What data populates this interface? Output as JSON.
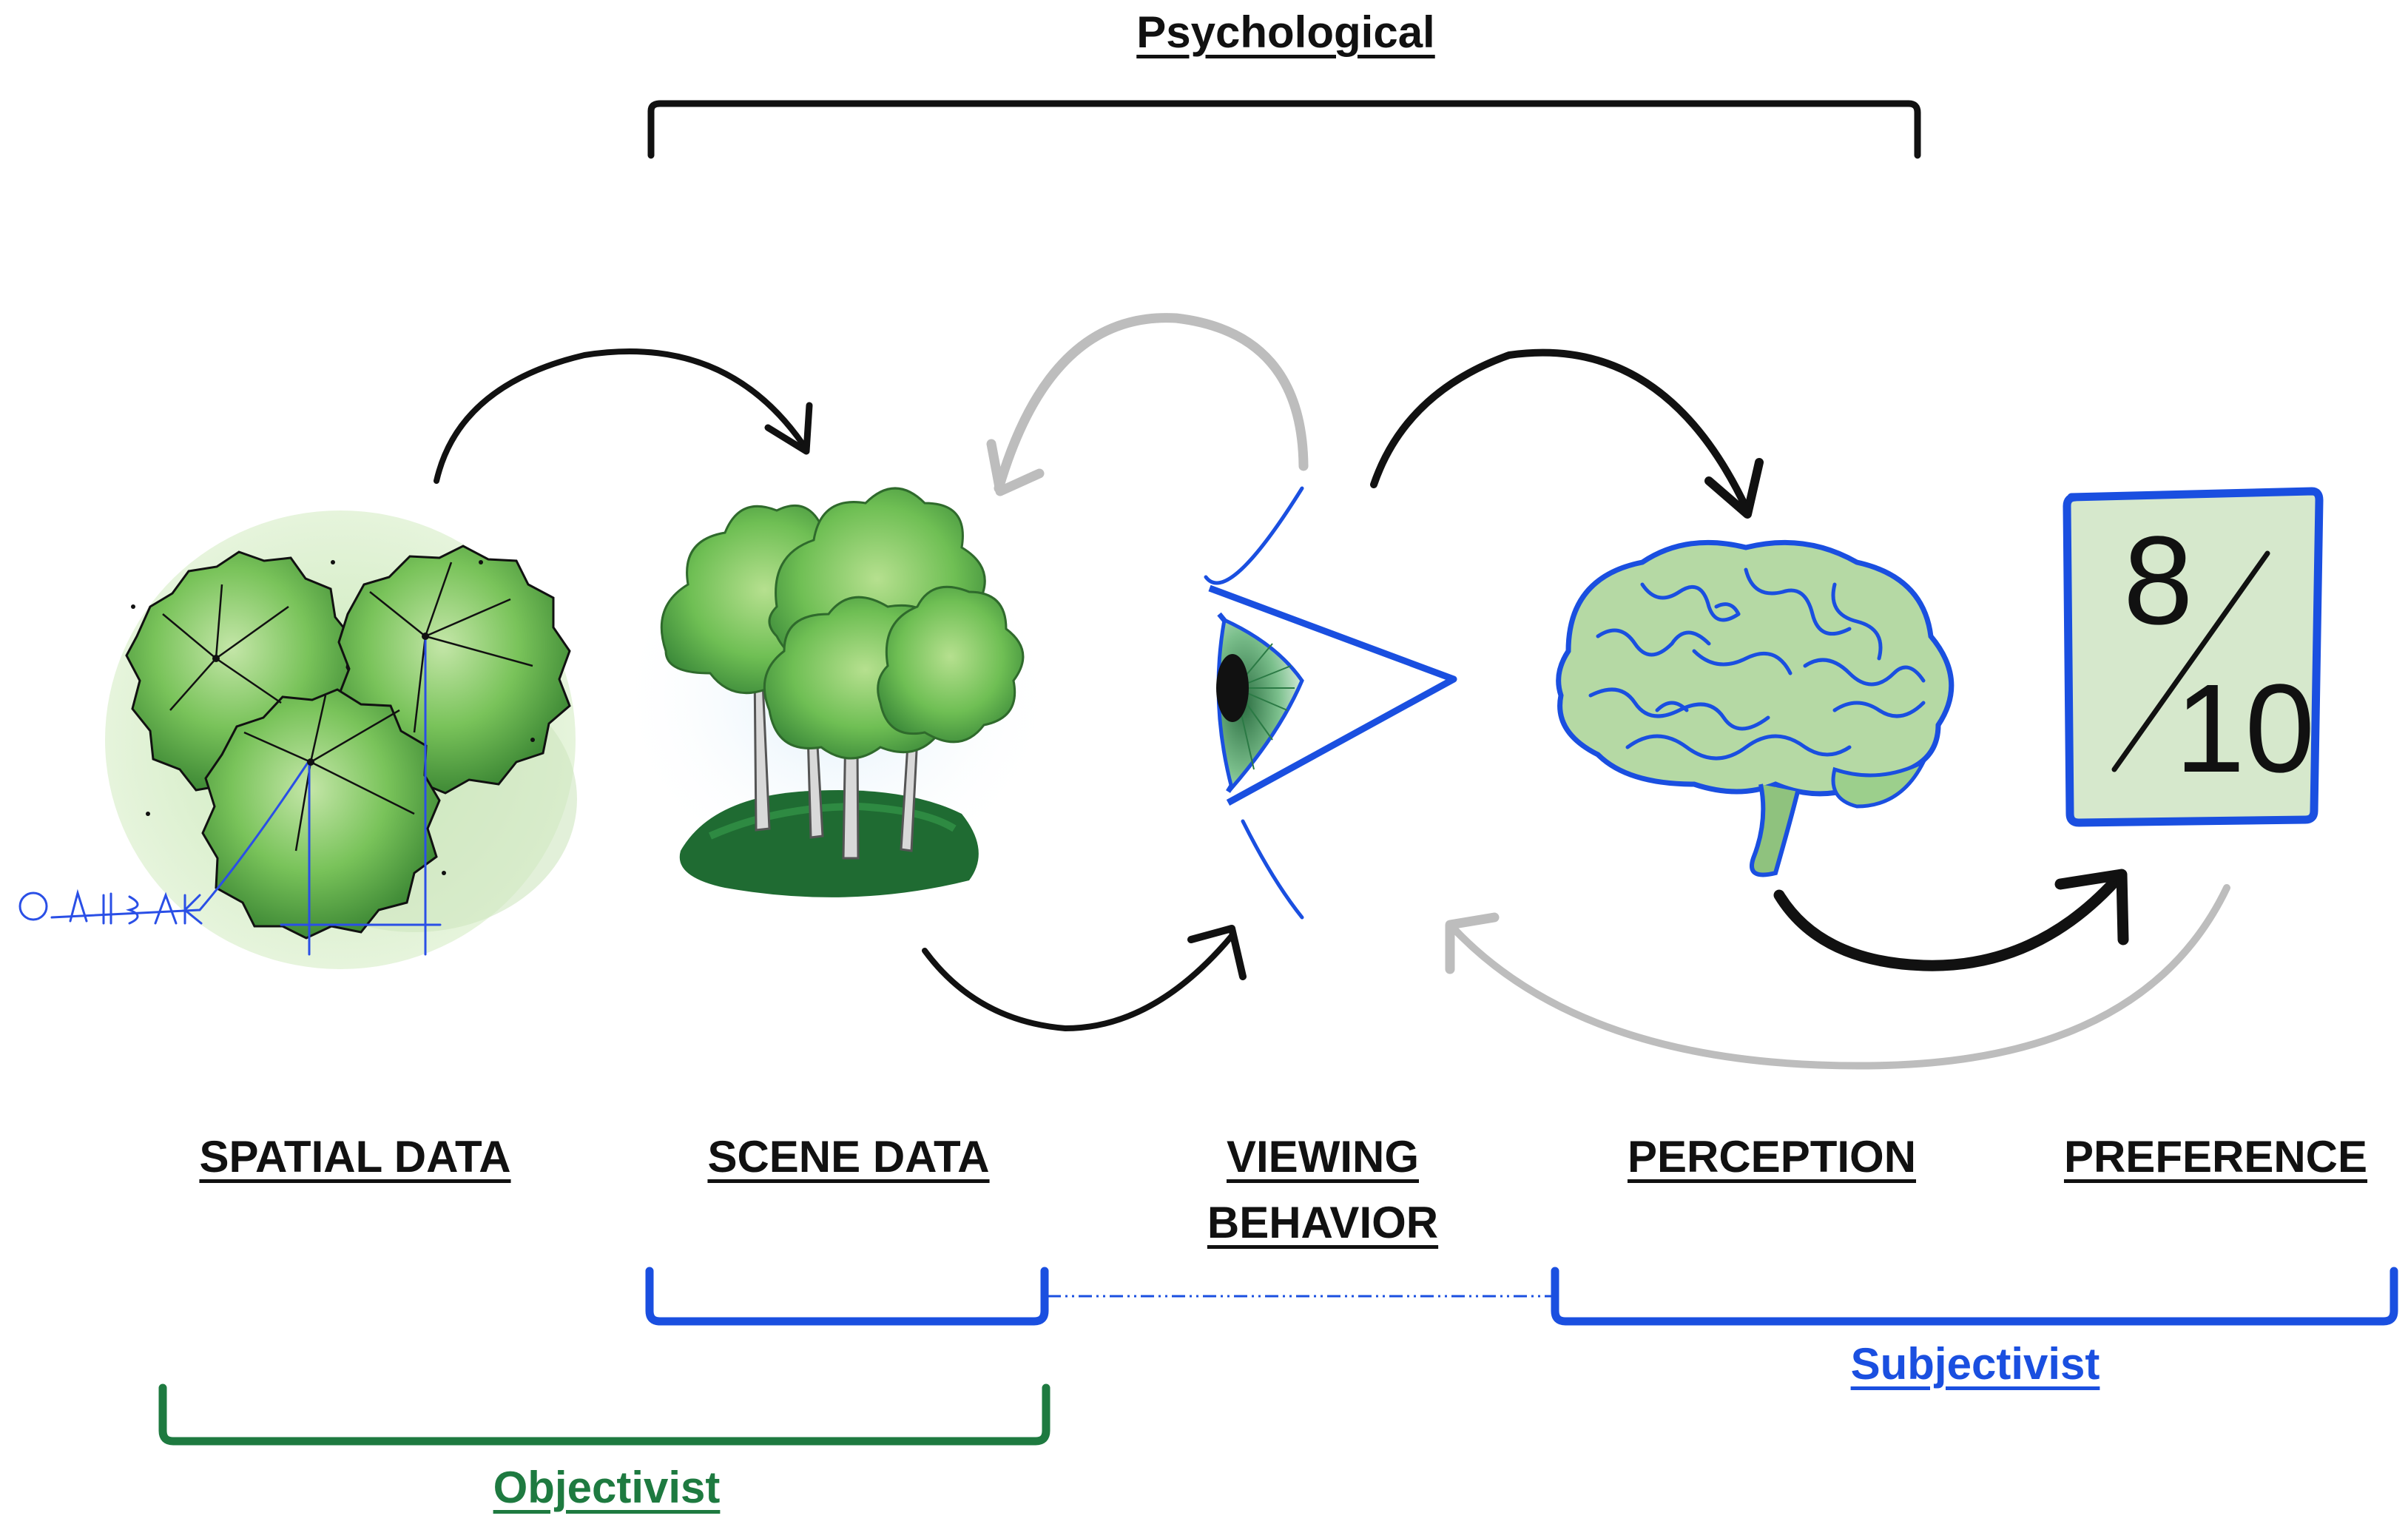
{
  "approaches": {
    "psychological": "Psychological",
    "objectivist": "Objectivist",
    "subjectivist": "Subjectivist"
  },
  "stages": {
    "spatial_data": "SPATIAL DATA",
    "scene_data": "SCENE DATA",
    "viewing_behavior_line1": "VIEWING",
    "viewing_behavior_line2": "BEHAVIOR",
    "perception": "PERCEPTION",
    "preference": "PREFERENCE"
  },
  "preference_card": {
    "numerator": "8",
    "denominator": "10"
  },
  "colors": {
    "black": "#111111",
    "blue": "#1a4fe0",
    "green": "#1e7a40",
    "grey_arrow": "#bdbdbd",
    "leaf_light": "#9fd48a",
    "leaf_dark": "#3e8c3a",
    "card_fill": "#d6e8cc"
  },
  "icons": [
    "tree-plan-drawing-icon",
    "tree-scene-icon",
    "eye-icon",
    "brain-icon",
    "rating-card-icon"
  ]
}
